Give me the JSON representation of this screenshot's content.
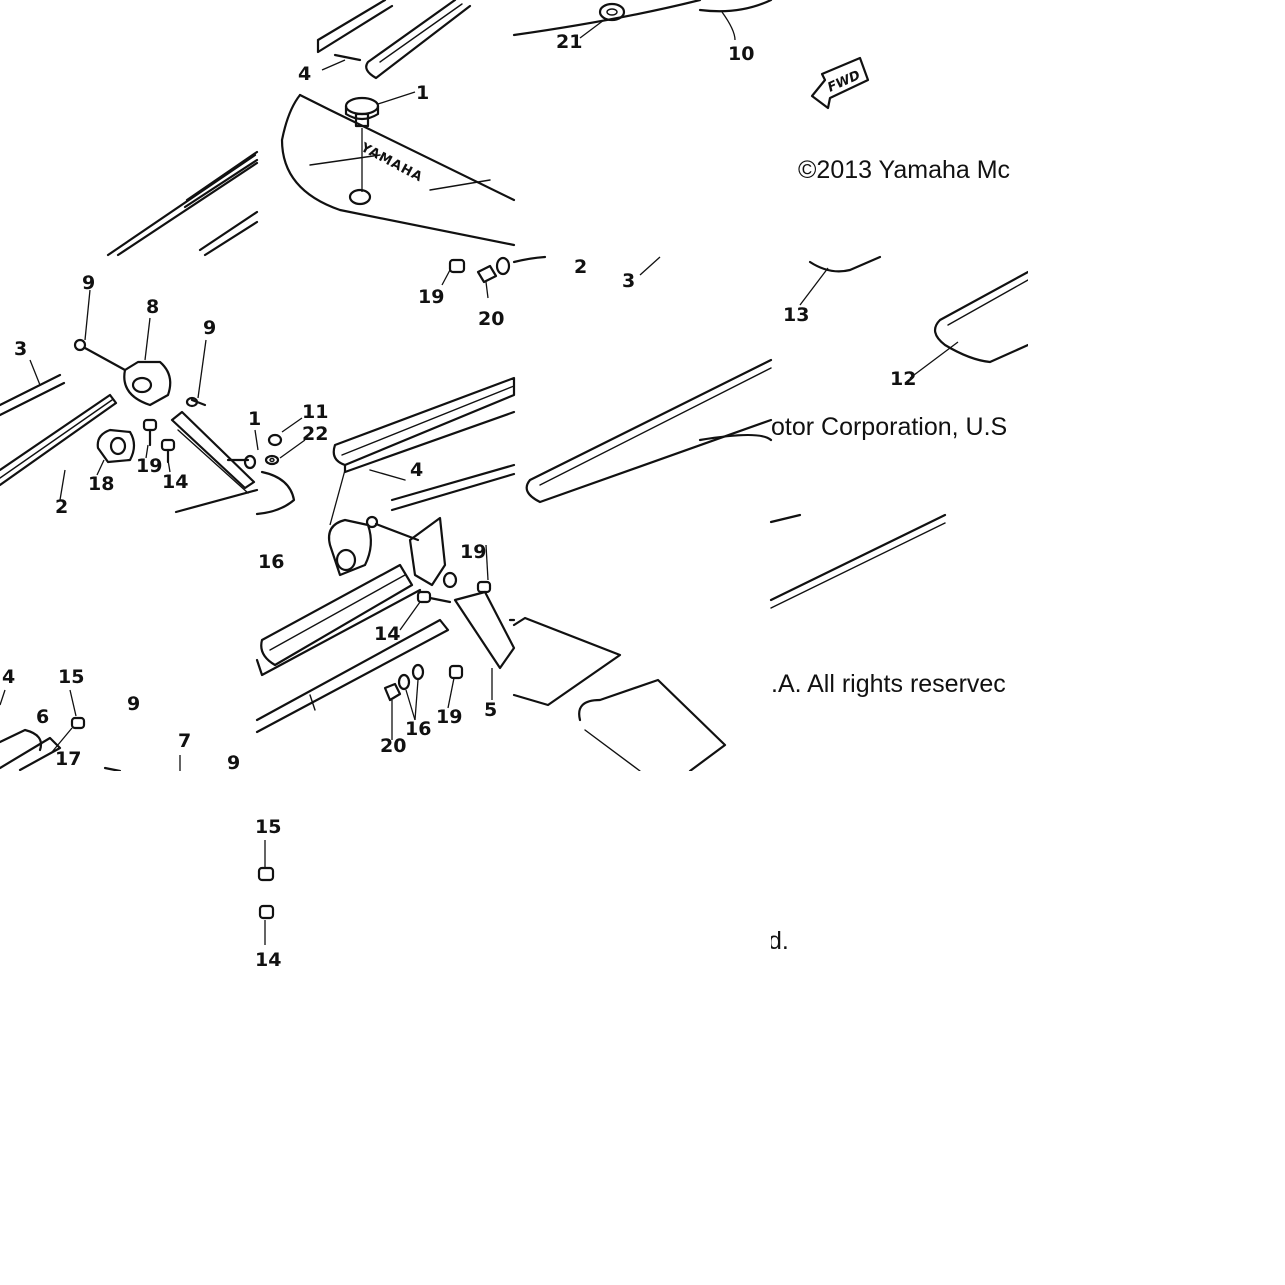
{
  "copyright": {
    "line1": "©2013 Yamaha Mc",
    "line2": "otor Corporation, U.S",
    "line3": ".A. All rights reservec",
    "line4": "d."
  },
  "direction_label": "FWD",
  "brand_label": "YAMAHA",
  "callouts": {
    "c21": "21",
    "c10": "10",
    "c4a": "4",
    "c1a": "1",
    "c19a": "19",
    "c20a": "20",
    "c2a": "2",
    "c3a": "3",
    "c13": "13",
    "c12": "12",
    "c9a": "9",
    "c8": "8",
    "c9b": "9",
    "c3b": "3",
    "c18": "18",
    "c19b": "19",
    "c14a": "14",
    "c2b": "2",
    "c1b": "1",
    "c11": "11",
    "c22": "22",
    "c4b": "4",
    "c16a": "16",
    "c19c": "19",
    "c14b": "14",
    "c5": "5",
    "c20b": "20",
    "c16b": "16",
    "c19d": "19",
    "c4c": "4",
    "c15a": "15",
    "c6": "6",
    "c9c": "9",
    "c17": "17",
    "c7": "7",
    "c9d": "9",
    "c15b": "15",
    "c14c": "14"
  }
}
